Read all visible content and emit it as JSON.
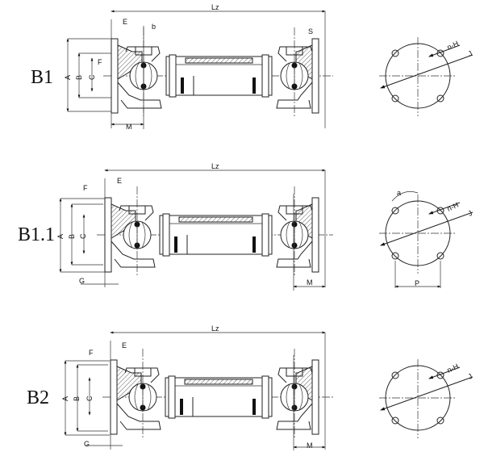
{
  "variants": [
    {
      "label": "B1",
      "dims": {
        "lz": "Lz",
        "e": "E",
        "b": "b",
        "f": "F",
        "a": "A",
        "bb": "B",
        "c": "C",
        "m": "M",
        "s": "S"
      },
      "flange": {
        "nh": "n-H",
        "j": "J"
      }
    },
    {
      "label": "B1.1",
      "dims": {
        "lz": "Lz",
        "e": "E",
        "f": "F",
        "a": "A",
        "bb": "B",
        "c": "C",
        "g": "G",
        "m": "M"
      },
      "flange": {
        "angle": "a",
        "nh": "n-H",
        "j": "J",
        "p": "P"
      }
    },
    {
      "label": "B2",
      "dims": {
        "lz": "Lz",
        "e": "E",
        "f": "F",
        "a": "A",
        "bb": "B",
        "c": "C",
        "g": "G",
        "m": "M"
      },
      "flange": {
        "nh": "n-H",
        "j": "J"
      }
    }
  ]
}
